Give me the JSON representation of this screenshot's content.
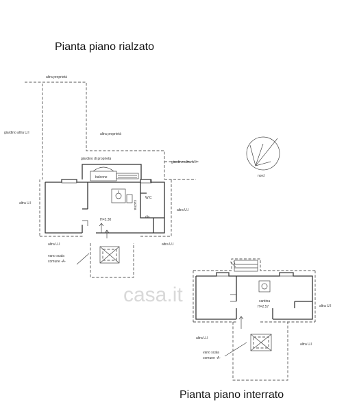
{
  "titles": {
    "upper": "Pianta piano rialzato",
    "lower": "Pianta piano interrato"
  },
  "upper_plan": {
    "altra_proprieta_top": "altra proprietà",
    "altra_proprieta_mid": "altra proprietà",
    "giardino_altra_ui_left": "giardino altra U.I",
    "giardino_di_proprieta": "giardino di proprietà",
    "giardino_altra_ui_right": "giardino altra U.I",
    "balcone": "balcone",
    "cucina": "cucina",
    "wc": "W.C",
    "dis": "dis",
    "altezza": "H=3.30",
    "altra_ui_left": "altra U.I",
    "altra_ui_right": "altra U.I",
    "altra_ui_bottom_left": "altra U.I",
    "altra_ui_bottom_right": "altra U.I",
    "vano_scala": "vano scala",
    "comune": "comune -A-"
  },
  "lower_plan": {
    "cantina": "cantina",
    "altezza": "H=2.57",
    "altra_ui_right": "altra U.I",
    "altra_ui_left": "altra U.I",
    "altra_ui_right_low": "altra U.I",
    "vano_scala": "vano scala",
    "comune": "comune -A-"
  },
  "compass": {
    "label": "nord"
  },
  "watermark": "casa.it"
}
